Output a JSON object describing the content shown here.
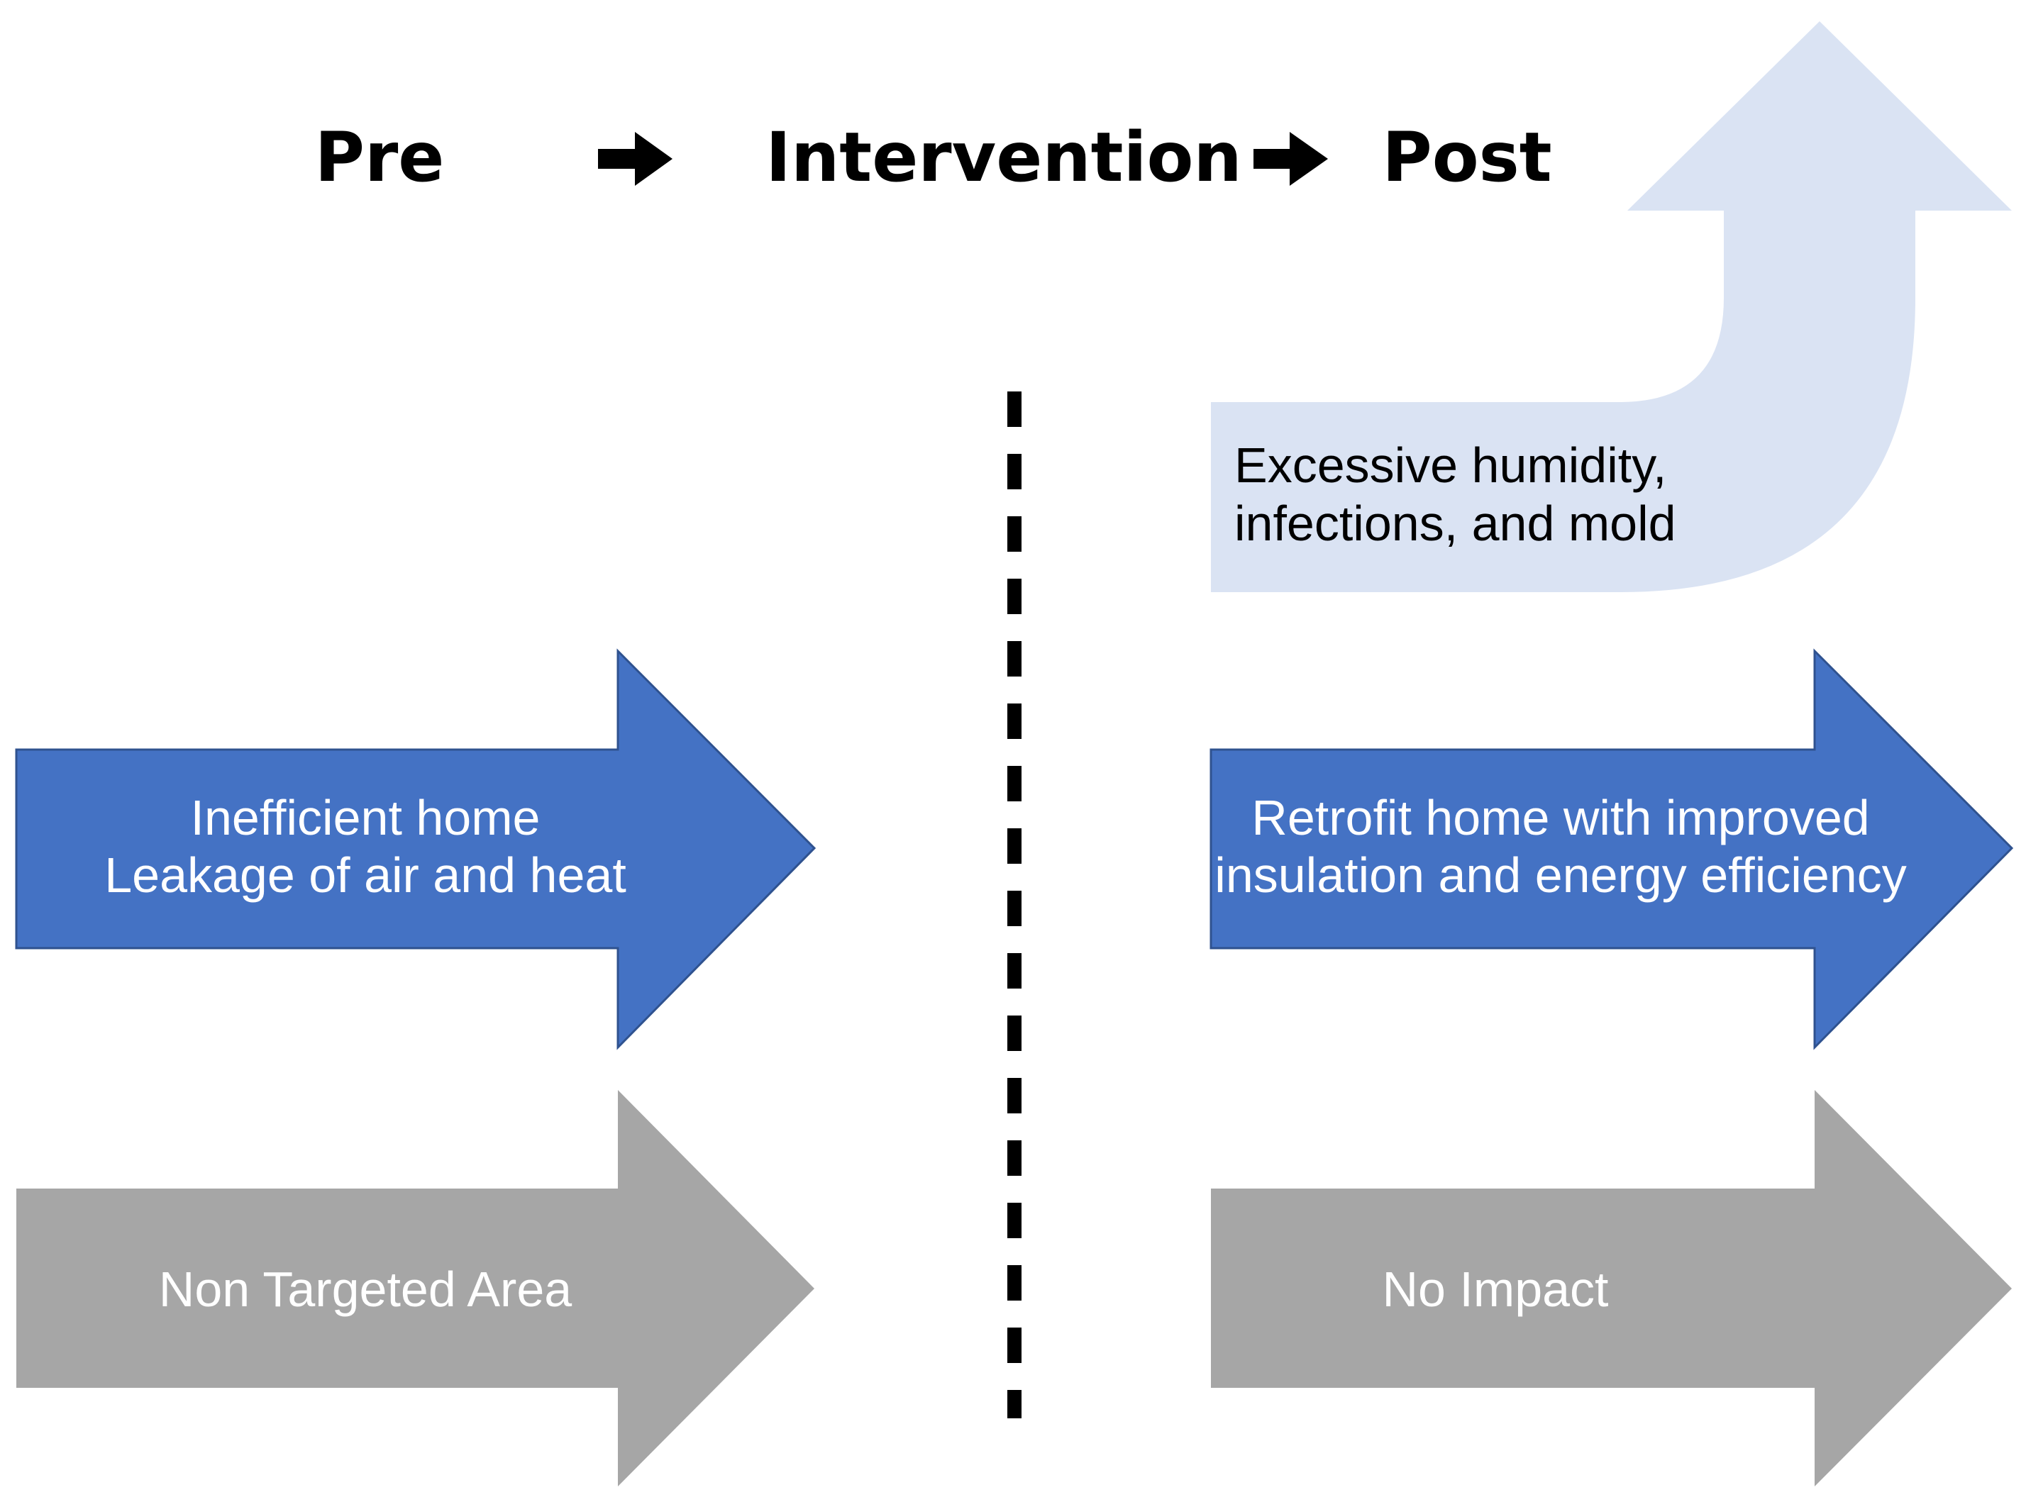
{
  "header": {
    "pre": "Pre",
    "intervention": "Intervention",
    "post": "Post"
  },
  "arrows": {
    "pre_treated": {
      "line1": "Inefficient home",
      "line2": "Leakage of air and heat"
    },
    "post_treated": {
      "line1": "Retrofit home with improved",
      "line2": "insulation and energy efficiency"
    },
    "pre_control": {
      "line1": "Non Targeted Area"
    },
    "post_control": {
      "line1": "No Impact"
    },
    "adverse_effect": {
      "line1": "Excessive humidity,",
      "line2": "infections, and mold"
    }
  },
  "colors": {
    "treated_arrow": "#4472C4",
    "control_arrow": "#A6A6A6",
    "adverse_arrow": "#DAE3F3",
    "header_text": "#000000",
    "arrow_text_light": "#FFFFFF",
    "arrow_text_dark": "#000000"
  }
}
